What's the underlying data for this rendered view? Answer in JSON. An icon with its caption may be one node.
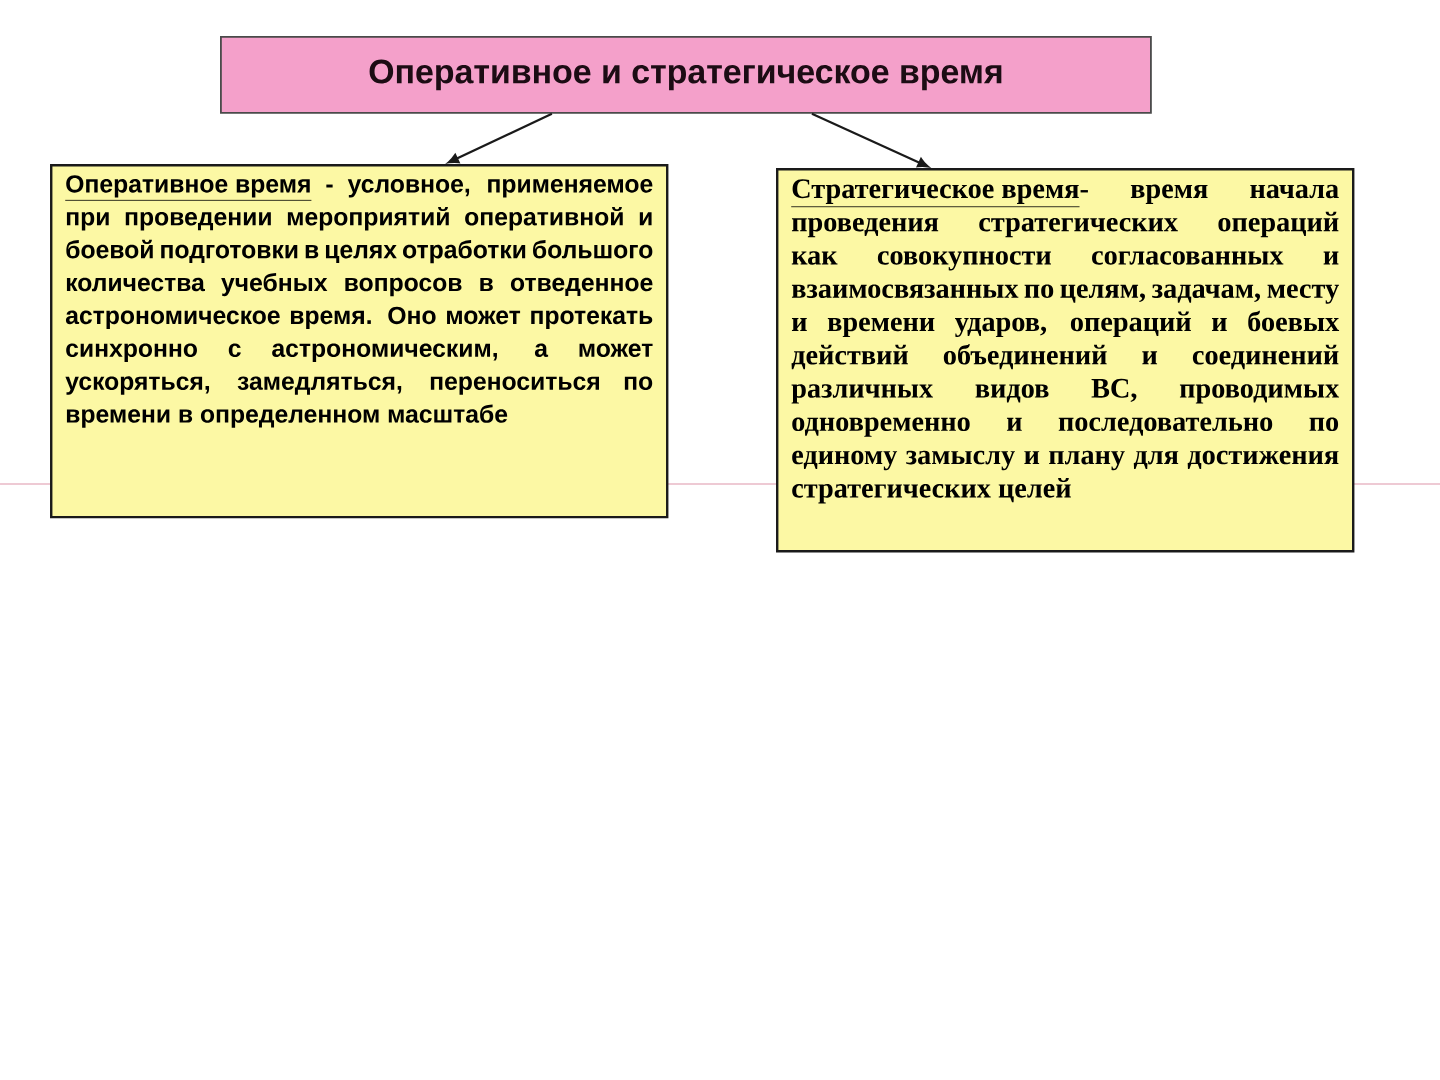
{
  "diagram": {
    "nodes": [
      {
        "text": [
          "Оперативное и стратегическое время"
        ]
      },
      {
        "text": [
          "Оперативное время",
          "- условное, применяемое при проведении мероприятий оперативной и боевой подготовки в целях отработки большого количества учебных вопросов в отведенное астрономическое время. Оно может протекать синхронно с астрономическим, а может ускоряться, замедляться, переноситься по времени в определенном масштабе"
        ]
      },
      {
        "text": [
          "Стратегическое время",
          "- время начала проведения стратегических операций как совокупности согласованных и взаимосвязанных по целям, задачам, месту и времени ударов, операций и боевых действий объединений и соединений различных видов ВС, проводимых одновременно и последовательно по единому замыслу и плану для достижения стратегических целей"
        ]
      }
    ],
    "edges": [
      {
        "from": 0,
        "to": 1,
        "arrow": "to"
      },
      {
        "from": 0,
        "to": 2,
        "arrow": "to"
      }
    ]
  }
}
